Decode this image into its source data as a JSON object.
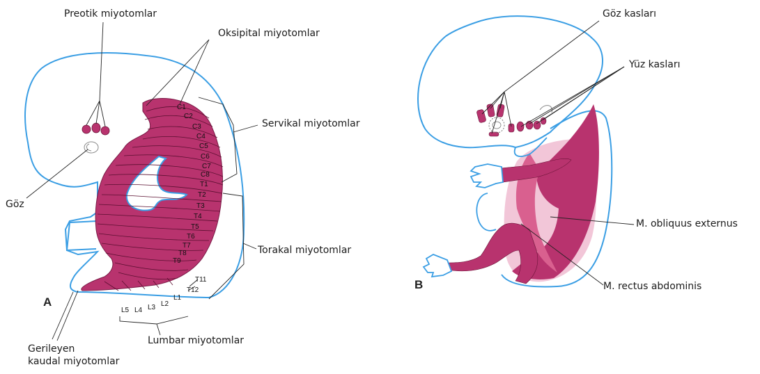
{
  "panel_a": {
    "letter": "A",
    "labels": {
      "preotic": "Preotik miyotomlar",
      "occipital": "Oksipital miyotomlar",
      "cervical": "Servikal miyotomlar",
      "eye": "Göz",
      "thoracic": "Torakal miyotomlar",
      "lumbar": "Lumbar miyotomlar",
      "caudal_line1": "Gerileyen",
      "caudal_line2": "kaudal miyotomlar"
    },
    "segments": {
      "cervical": [
        "C1",
        "C2",
        "C3",
        "C4",
        "C5",
        "C6",
        "C7",
        "C8"
      ],
      "thoracic": [
        "T1",
        "T2",
        "T3",
        "T4",
        "T5",
        "T6",
        "T7",
        "T8",
        "T9"
      ],
      "thoracic_outer": [
        "T11",
        "T12"
      ],
      "lumbar": [
        "L1",
        "L2",
        "L3",
        "L4",
        "L5"
      ]
    }
  },
  "panel_b": {
    "letter": "B",
    "labels": {
      "eye_muscles": "Göz kasları",
      "face_muscles": "Yüz kasları",
      "obliquus": "M. obliquus externus",
      "rectus": "M. rectus abdominis"
    }
  },
  "colors": {
    "outline": "#3a9ee4",
    "muscle": "#b8336e",
    "muscle_dark": "#8e1f52",
    "muscle_light": "#f2c6d8",
    "muscle_mid": "#d9608f"
  }
}
